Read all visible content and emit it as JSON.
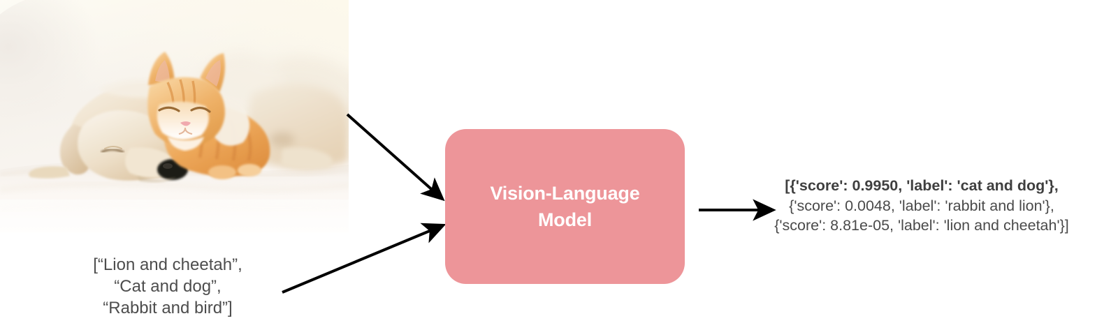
{
  "diagram": {
    "title": "Vision-Language Model zero-shot classification pipeline",
    "accent_color": "#ed9599",
    "text_color": "#4d4d4d",
    "background_color": "#ffffff"
  },
  "input_image": {
    "alt": "Photo of a sleeping cream-colored puppy and an orange tabby kitten cuddling on a white blanket",
    "subjects": [
      "puppy",
      "kitten"
    ],
    "background_color": "#faf7f0"
  },
  "prompt": {
    "label": "[“Lion and cheetah”,\n“Cat and dog”,\n“Rabbit and bird”]",
    "lines": [
      "[“Lion and cheetah”,",
      "“Cat and dog”,",
      "“Rabbit and bird”]"
    ]
  },
  "model": {
    "name": "Vision-Language\nModel",
    "line1": "Vision-Language",
    "line2": "Model"
  },
  "output": {
    "lines": [
      "[{'score': 0.9950, 'label': 'cat and dog'},",
      "{'score': 0.0048, 'label': 'rabbit and lion'},",
      "{'score': 8.81e-05, 'label': 'lion and cheetah'}]"
    ],
    "predictions": [
      {
        "score": "0.9950",
        "label": "cat and dog",
        "highlighted": true
      },
      {
        "score": "0.0048",
        "label": "rabbit and lion",
        "highlighted": false
      },
      {
        "score": "8.81e-05",
        "label": "lion and cheetah",
        "highlighted": false
      }
    ]
  },
  "arrows": {
    "image_to_model": "arrow-image-to-model",
    "prompt_to_model": "arrow-prompt-to-model",
    "model_to_output": "arrow-model-to-output"
  }
}
